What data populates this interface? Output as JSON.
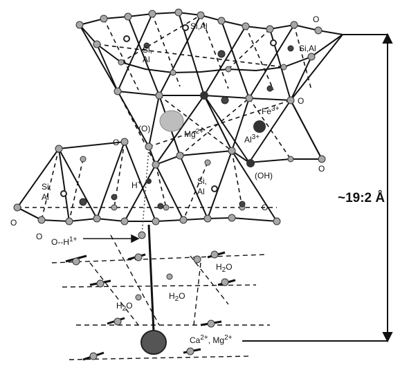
{
  "labels": {
    "o_top_right": "O",
    "si_al_top_mid": "Si,Al",
    "si_left_1": "Si,",
    "al_left_1": "Al",
    "si_al_right": "Si,Al",
    "fe3": "Fe",
    "fe3_sup": "3+",
    "al3": "Al",
    "al3_sup": "3+",
    "mg": "Mg",
    "mg_sup": "2+",
    "o_paren": "(O)",
    "oh": "(OH)",
    "o_left_mid": "O",
    "h_plus": "H",
    "h_plus_sup": "+",
    "si_lower_left": "Si,",
    "al_lower_left": "Al",
    "si_lower_mid": "Si,",
    "al_lower_mid": "Al",
    "o_lower_left_1": "O",
    "o_lower_left_2": "O",
    "o_lower_right": "O",
    "o_right_mid": "O",
    "o_right_mid_2": "O",
    "o_h_bond": "O--H",
    "o_h_bond_sup": "1+",
    "h2o_1": "H",
    "h2o_1_sub": "2",
    "h2o_1_o": "O",
    "h2o_2": "H",
    "h2o_2_sub": "2",
    "h2o_2_o": "O",
    "h2o_3": "H",
    "h2o_3_sub": "2",
    "h2o_3_o": "O",
    "ca_mg": "Ca",
    "ca_sup": "2+",
    "ca_mg_2": ", Mg",
    "ca_mg_sup2": "2+",
    "spacing": "~19:2 Å"
  },
  "colors": {
    "line": "#111111",
    "oxygen": "#a8a8a8",
    "silicon": "#444444",
    "mg_ion": "#bdbdbd",
    "fe_ion": "#333333",
    "ca_ion": "#555555"
  }
}
